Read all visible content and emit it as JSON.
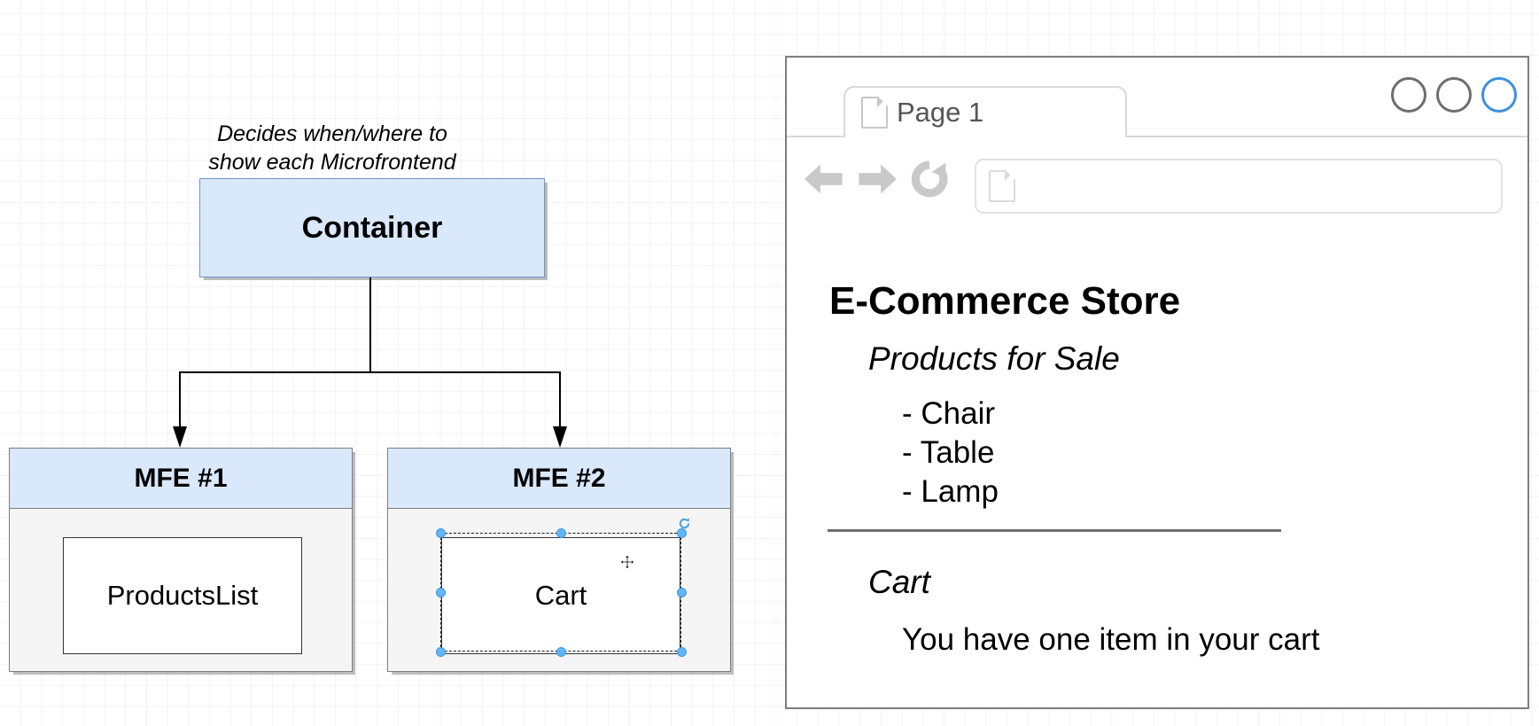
{
  "diagram": {
    "note": "Decides when/where to\nshow each Microfrontend",
    "container_label": "Container",
    "mfe1": {
      "title": "MFE #1",
      "component": "ProductsList"
    },
    "mfe2": {
      "title": "MFE #2",
      "component": "Cart"
    },
    "selected_shape": "Cart",
    "icons": {
      "move_cursor": "move-cursor-icon",
      "rotate_handle": "rotate-handle-icon"
    },
    "colors": {
      "box_fill": "#dae8fc",
      "box_stroke": "#7394c4",
      "mfe_fill": "#f5f5f5",
      "mfe_stroke": "#7d7d7d",
      "selection": "#64b5f6"
    }
  },
  "browser": {
    "tab": {
      "label": "Page 1",
      "icon": "page-icon"
    },
    "window_buttons": [
      {
        "name": "minimize",
        "accent": false
      },
      {
        "name": "maximize",
        "accent": false
      },
      {
        "name": "close",
        "accent": true
      }
    ],
    "toolbar": {
      "back": "back-arrow-icon",
      "forward": "forward-arrow-icon",
      "reload": "reload-icon",
      "address_value": "",
      "address_icon": "page-icon"
    },
    "page": {
      "heading": "E-Commerce Store",
      "subheading": "Products for Sale",
      "products": [
        "- Chair",
        "- Table",
        "- Lamp"
      ],
      "cart_heading": "Cart",
      "cart_message": "You have one item in your cart"
    }
  }
}
